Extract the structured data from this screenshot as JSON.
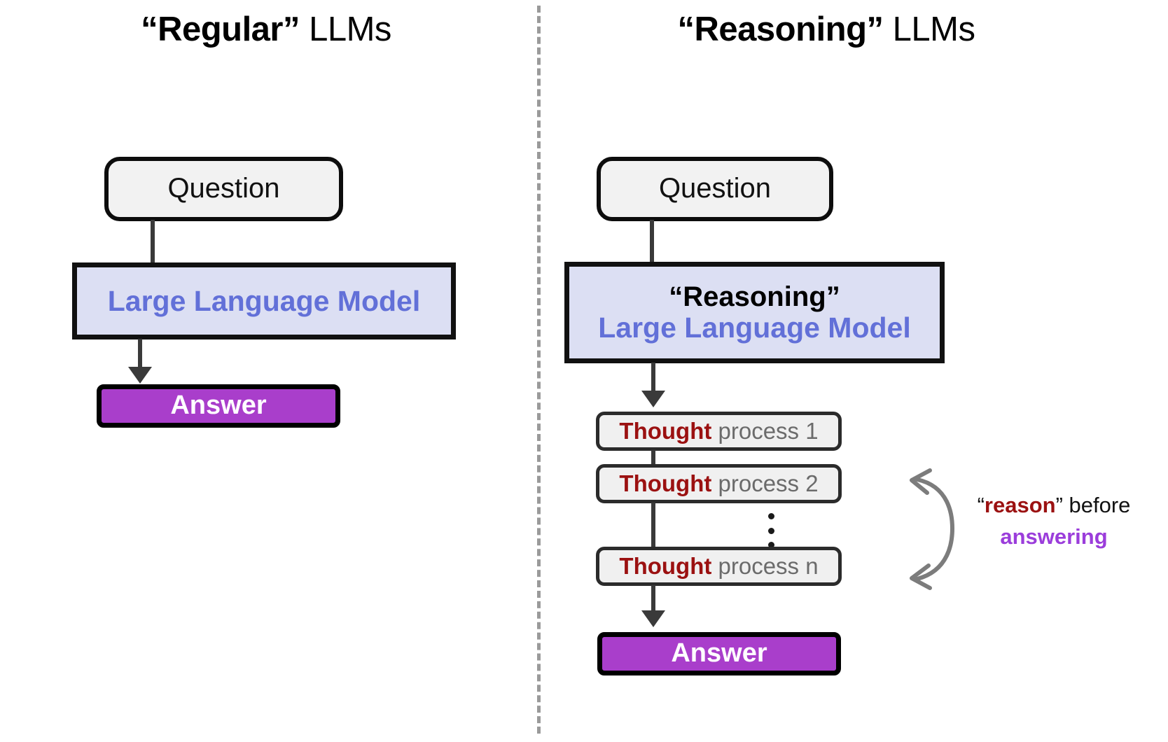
{
  "meta": {
    "figure_kind": "flow-diagram-comparison",
    "background": "#ffffff",
    "divider": "vertical-dashed"
  },
  "colors": {
    "accent_purple": "#a93ecb",
    "answering_purple": "#9b3ddb",
    "llm_blue": "#6270d8",
    "llm_fill": "#dcdff3",
    "thought_red": "#9b1111",
    "thought_gray": "#6b6b6b",
    "box_gray_fill": "#f2f2f2",
    "border_black": "#0d0d0d",
    "connector_gray": "#3a3a3a",
    "divider_gray": "#9a9a9a"
  },
  "left_panel": {
    "title": {
      "quoted": "“Regular”",
      "rest": " LLMs"
    },
    "question_box": {
      "label": "Question"
    },
    "llm_box": {
      "label": "Large Language Model"
    },
    "answer_box": {
      "label": "Answer"
    }
  },
  "right_panel": {
    "title": {
      "quoted": "“Reasoning”",
      "rest": " LLMs"
    },
    "question_box": {
      "label": "Question"
    },
    "llm_box": {
      "line1_quoted": "“Reasoning”",
      "line2": "Large Language Model"
    },
    "thought_boxes": [
      {
        "strong": "Thought",
        "rest": " process 1"
      },
      {
        "strong": "Thought",
        "rest": " process 2"
      },
      {
        "strong": "Thought",
        "rest": " process n"
      }
    ],
    "ellipsis": "⋮",
    "answer_box": {
      "label": "Answer"
    },
    "annotation": {
      "open_quote": "“",
      "reason": "reason",
      "close_quote": "”",
      "before": " before",
      "answering": "answering"
    }
  }
}
